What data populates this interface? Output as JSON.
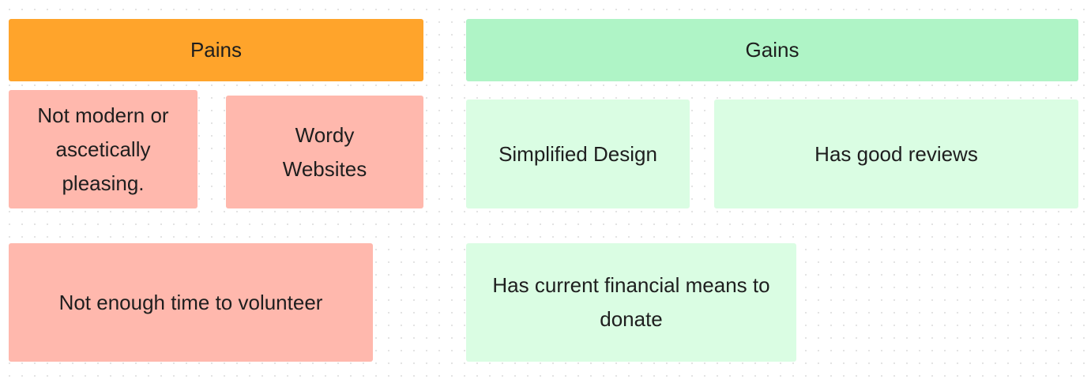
{
  "board": {
    "pains": {
      "header": "Pains",
      "notes": [
        "Not modern or ascetically pleasing.",
        "Wordy Websites",
        "Not enough time to volunteer"
      ]
    },
    "gains": {
      "header": "Gains",
      "notes": [
        "Simplified Design",
        "Has good reviews",
        "Has current financial means to donate"
      ]
    }
  },
  "colors": {
    "pains_header": "#ffa42b",
    "gains_header": "#aff4c6",
    "pain_note": "#ffb8ad",
    "gain_note": "#dafde3",
    "text": "#1e1e1e"
  }
}
